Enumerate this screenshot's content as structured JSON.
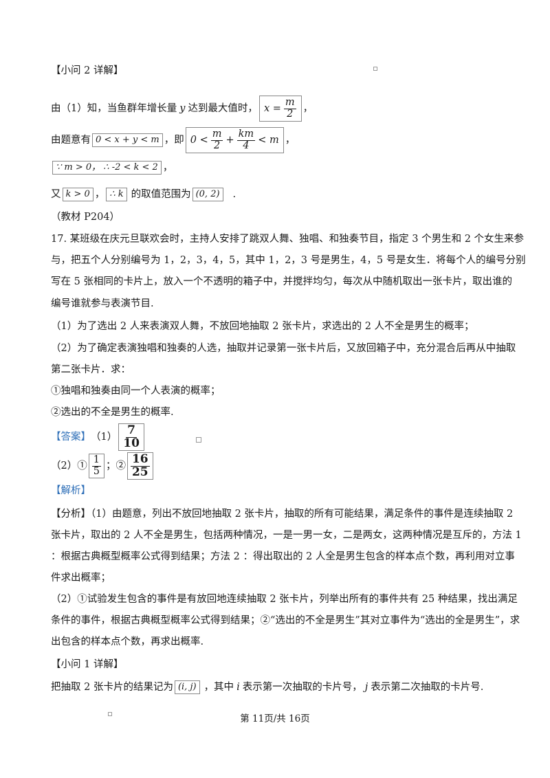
{
  "sub2_title": "【小问 2 详解】",
  "l1_pre": "由（1）知，当鱼群年增长量",
  "l1_var": "y",
  "l1_mid": "达到最大值时，",
  "l1_x": "x =",
  "l1_num": "m",
  "l1_den": "2",
  "l1_post": "，",
  "l2_pre": "由题意有",
  "l2_box": "0 < x + y < m",
  "l2_mid": "，即",
  "l2_zero": "0 <",
  "l2_f1_num": "m",
  "l2_f1_den": "2",
  "l2_plus": "+",
  "l2_f2_num": "km",
  "l2_f2_den": "4",
  "l2_tail": "< m",
  "l2_post": "，",
  "l3_box": "∵ m > 0， ∴ -2 < k < 2",
  "l3_post": "，",
  "l4_pre": "又",
  "l4_box1": "k > 0",
  "l4_sep": "，",
  "l4_box2": "∴ k",
  "l4_mid": "的取值范围为",
  "l4_box3": "(0, 2)",
  "l4_post": ".",
  "source": "（教材 P204）",
  "q17_l1": "17. 某班级在庆元旦联欢会时，主持人安排了跳双人舞、独唱、和独奏节目，指定 3 个男生和 2 个女生来参",
  "q17_l2": "与，把五个人分别编号为 1，2，3，4，5，其中 1，2，3 号是男生，4，5 号是女生．将每个人的编号分别",
  "q17_l3": "写在 5 张相同的卡片上，放入一个不透明的箱子中，并搅拌均匀，每次从中随机取出一张卡片，取出谁的",
  "q17_l4": "编号谁就参与表演节目.",
  "q17_p1": "（1）为了选出 2 人来表演双人舞，不放回地抽取 2 张卡片，求选出的 2 人不全是男生的概率；",
  "q17_p2a": "（2）为了确定表演独唱和独奏的人选，抽取并记录第一张卡片后，又放回箱子中，充分混合后再从中抽取",
  "q17_p2b": "第二张卡片．求：",
  "q17_c1": "①独唱和独奏由同一个人表演的概率；",
  "q17_c2": "②选出的不全是男生的概率.",
  "ans_label": "【答案】",
  "ans1_pre": "（1）",
  "ans1_num": "7",
  "ans1_den": "10",
  "ans2_pre": "（2）①",
  "ans2a_num": "1",
  "ans2a_den": "5",
  "ans2_sep": "；②",
  "ans2b_num": "16",
  "ans2b_den": "25",
  "jiexi_label": "【解析】",
  "fx_l1": "【分析】（1）由题意，列出不放回地抽取 2 张卡片，抽取的所有可能结果，满足条件的事件是连续抽取 2",
  "fx_l2": "张卡片，取出的 2 人不全是男生，包括两种情况，一是一男一女，二是两女，这两种情况是互斥的，方法 1",
  "fx_l3": "：根据古典概型概率公式得到结果；方法 2 ：得出取出的 2 人全是男生包含的样本点个数，再利用对立事",
  "fx_l4": "件求出概率；",
  "fx_l5": "（2）①试验发生包含的事件是有放回地连续抽取 2 张卡片，列举出所有的事件共有 25 种结果，找出满足",
  "fx_l6": "条件的事件，根据古典概型概率公式得到结果；②“选出的不全是男生”其对立事件为“选出的全是男生”，求",
  "fx_l7": "出包含的样本点个数，再求出概率.",
  "sub1_title": "【小问 1 详解】",
  "last_pre": "把抽取 2 张卡片的结果记为",
  "last_box": "(i, j)",
  "last_mid1": "，其中",
  "last_i": "i",
  "last_mid2": "表示第一次抽取的卡片号，",
  "last_j": "j",
  "last_post": "表示第二次抽取的卡片号.",
  "footer": "第 11页/共 16页"
}
